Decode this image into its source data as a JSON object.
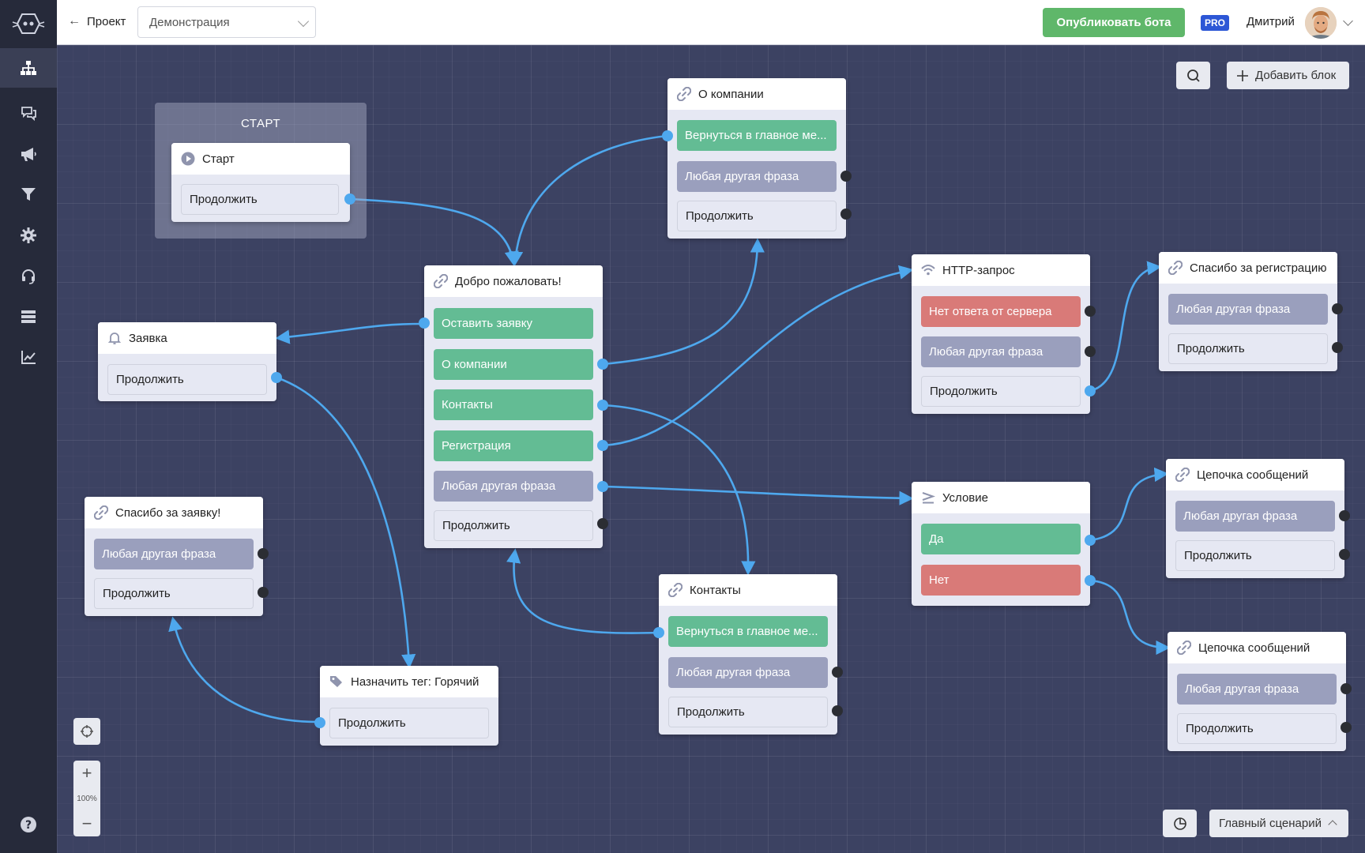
{
  "header": {
    "back_label": "Проект",
    "project_select_value": "Демонстрация",
    "publish_label": "Опубликовать бота",
    "pro_badge": "PRO",
    "user_name": "Дмитрий"
  },
  "sidebar": {
    "items": [
      {
        "icon": "sitemap-icon",
        "active": true
      },
      {
        "icon": "chat-icon"
      },
      {
        "icon": "megaphone-icon"
      },
      {
        "icon": "filter-icon"
      },
      {
        "icon": "gear-icon"
      },
      {
        "icon": "headset-icon"
      },
      {
        "icon": "server-icon"
      },
      {
        "icon": "chart-icon"
      },
      {
        "icon": "help-icon"
      }
    ]
  },
  "toolbar": {
    "add_block_label": "Добавить блок",
    "zoom_level": "100%",
    "scenario_label": "Главный сценарий"
  },
  "start_group": {
    "label": "СТАРТ"
  },
  "nodes": {
    "start": {
      "title": "Старт",
      "continue": "Продолжить"
    },
    "about": {
      "title": "О компании",
      "back": "Вернуться в главное ме...",
      "any": "Любая другая фраза",
      "continue": "Продолжить"
    },
    "welcome": {
      "title": "Добро пожаловать!",
      "buttons": [
        "Оставить заявку",
        "О компании",
        "Контакты",
        "Регистрация",
        "Любая другая фраза",
        "Продолжить"
      ]
    },
    "request": {
      "title": "Заявка",
      "continue": "Продолжить"
    },
    "http": {
      "title": "HTTP-запрос",
      "no_response": "Нет ответа от сервера",
      "any": "Любая другая фраза",
      "continue": "Продолжить"
    },
    "thanks_reg": {
      "title": "Спасибо за регистрацию",
      "any": "Любая другая фраза",
      "continue": "Продолжить"
    },
    "condition": {
      "title": "Условие",
      "yes": "Да",
      "no": "Нет"
    },
    "chain1": {
      "title": "Цепочка сообщений",
      "any": "Любая другая фраза",
      "continue": "Продолжить"
    },
    "chain2": {
      "title": "Цепочка сообщений",
      "any": "Любая другая фраза",
      "continue": "Продолжить"
    },
    "thanks_req": {
      "title": "Спасибо за заявку!",
      "any": "Любая другая фраза",
      "continue": "Продолжить"
    },
    "tag": {
      "title": "Назначить тег: Горячий",
      "continue": "Продолжить"
    },
    "contacts": {
      "title": "Контакты",
      "back": "Вернуться в главное ме...",
      "any": "Любая другая фраза",
      "continue": "Продолжить"
    }
  },
  "colors": {
    "canvas": "#3c4262",
    "sidebar": "#262a3a",
    "green_button": "#63bc94",
    "gray_button": "#9a9fbd",
    "red_button": "#d97a78",
    "link": "#4ea8ee",
    "publish": "#5fb76a",
    "pro": "#2d57d6"
  }
}
